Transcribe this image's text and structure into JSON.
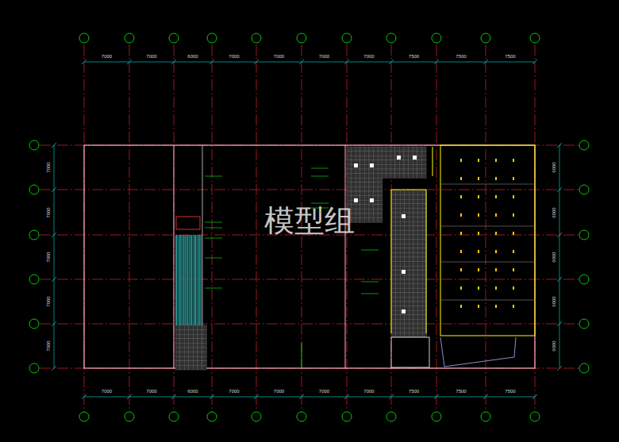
{
  "diagram": {
    "labels": [
      "7000",
      "7000",
      "6000",
      "7000",
      "7000",
      "7000",
      "7000",
      "7500",
      "7500",
      "7500",
      "7000",
      "7000",
      "6000",
      "7000",
      "7000",
      "7000",
      "7000",
      "7500",
      "7500",
      "7500",
      "7000",
      "7000",
      "7000",
      "7000",
      "7000",
      "6000",
      "6000",
      "6000",
      "6000",
      "6000",
      "模型组"
    ]
  }
}
